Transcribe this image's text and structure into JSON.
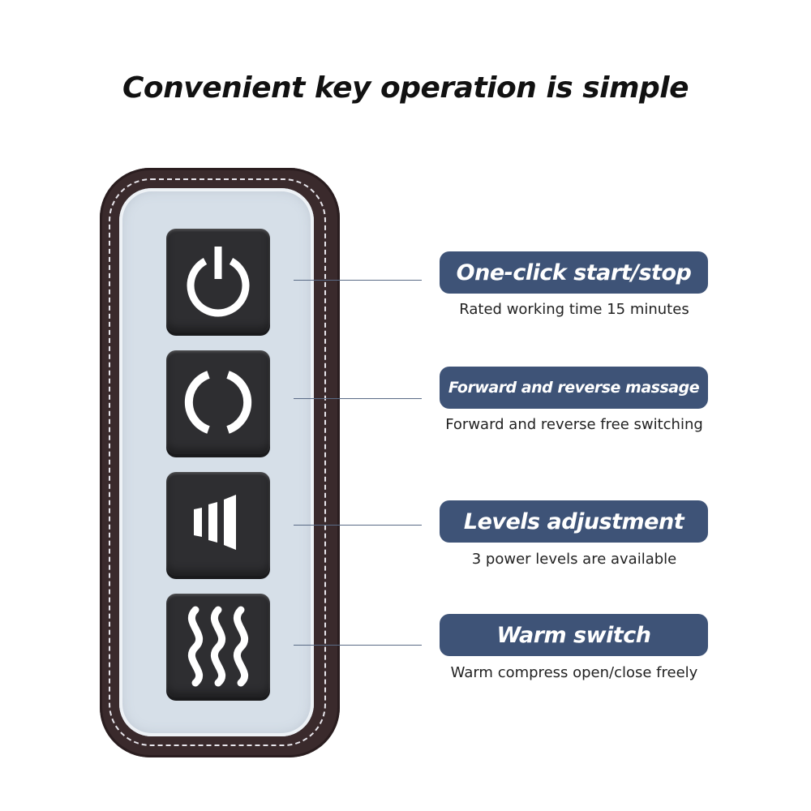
{
  "title": "Convenient key operation is simple",
  "keys": [
    {
      "icon": "power-icon"
    },
    {
      "icon": "rotate-cycle-icon"
    },
    {
      "icon": "level-bars-icon"
    },
    {
      "icon": "heat-waves-icon"
    }
  ],
  "features": [
    {
      "label": "One-click start/stop",
      "description": "Rated working time 15 minutes"
    },
    {
      "label": "Forward and reverse massage",
      "description": "Forward and reverse free switching"
    },
    {
      "label": "Levels adjustment",
      "description": "3 power levels are available"
    },
    {
      "label": "Warm switch",
      "description": "Warm compress open/close freely"
    }
  ],
  "colors": {
    "pill_background": "#3e5377",
    "key_background": "#2e2e31",
    "panel_background": "#d6dfe8",
    "remote_frame": "#3a2a2c"
  }
}
